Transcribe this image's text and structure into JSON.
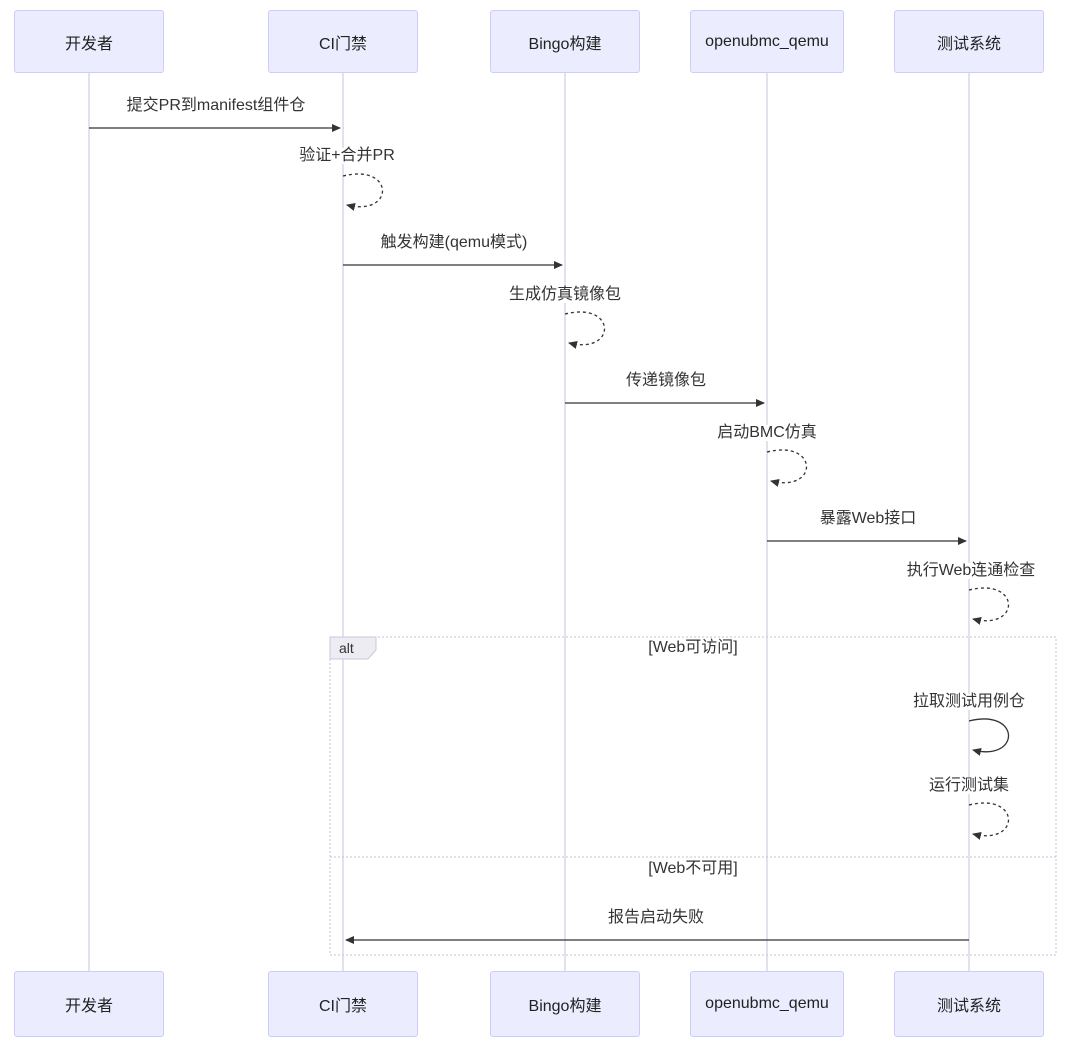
{
  "diagram_type": "sequence",
  "participants": [
    {
      "id": "developer",
      "label": "开发者"
    },
    {
      "id": "ci-gate",
      "label": "CI门禁"
    },
    {
      "id": "bingo-build",
      "label": "Bingo构建"
    },
    {
      "id": "openubmc-qemu",
      "label": "openubmc_qemu"
    },
    {
      "id": "test-system",
      "label": "测试系统"
    }
  ],
  "messages": [
    {
      "from": "developer",
      "to": "ci-gate",
      "label": "提交PR到manifest组件仓",
      "line": "solid"
    },
    {
      "from": "ci-gate",
      "to": "ci-gate",
      "label": "验证+合并PR",
      "line": "dashed-self"
    },
    {
      "from": "ci-gate",
      "to": "bingo-build",
      "label": "触发构建(qemu模式)",
      "line": "solid"
    },
    {
      "from": "bingo-build",
      "to": "bingo-build",
      "label": "生成仿真镜像包",
      "line": "dashed-self"
    },
    {
      "from": "bingo-build",
      "to": "openubmc-qemu",
      "label": "传递镜像包",
      "line": "solid"
    },
    {
      "from": "openubmc-qemu",
      "to": "openubmc-qemu",
      "label": "启动BMC仿真",
      "line": "dashed-self"
    },
    {
      "from": "openubmc-qemu",
      "to": "test-system",
      "label": "暴露Web接口",
      "line": "solid"
    },
    {
      "from": "test-system",
      "to": "test-system",
      "label": "执行Web连通检查",
      "line": "dashed-self"
    },
    {
      "from": "test-system",
      "to": "test-system",
      "label": "拉取测试用例仓",
      "line": "solid-self",
      "branch": "Web可访问"
    },
    {
      "from": "test-system",
      "to": "test-system",
      "label": "运行测试集",
      "line": "dashed-self",
      "branch": "Web可访问"
    },
    {
      "from": "test-system",
      "to": "ci-gate",
      "label": "报告启动失败",
      "line": "solid",
      "branch": "Web不可用"
    }
  ],
  "alt_block": {
    "label": "alt",
    "branches": [
      "[Web可访问]",
      "[Web不可用]"
    ]
  },
  "colors": {
    "actor_fill": "#ececff",
    "actor_border": "#ccccff",
    "lifeline": "#c6c6de",
    "arrow": "#333333",
    "frame_border": "#c3c3dd",
    "text": "#333333",
    "background": "#ffffff"
  }
}
